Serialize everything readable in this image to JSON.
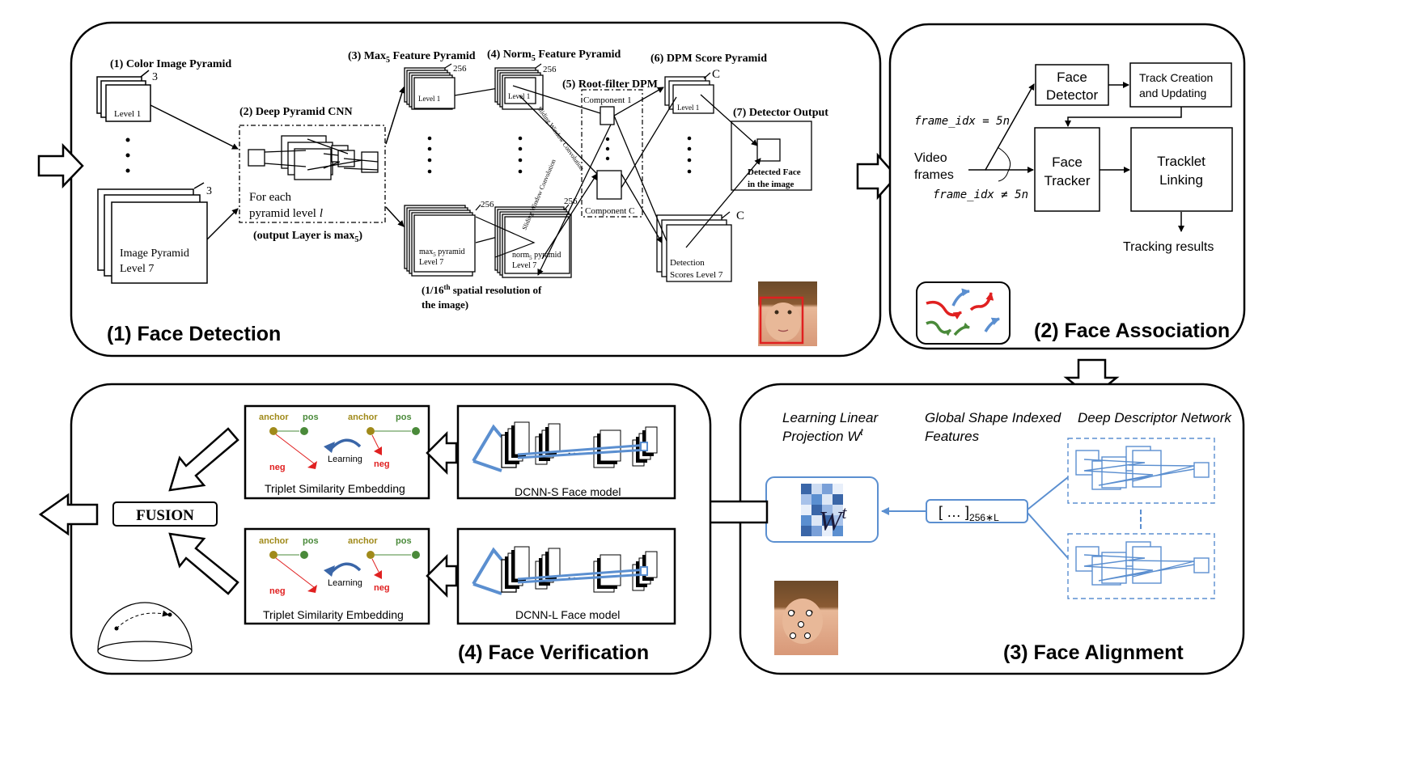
{
  "colors": {
    "stroke": "#000000",
    "blue": "#5b8fd0",
    "blue_dark": "#3a66a8",
    "red": "#e02020",
    "olive": "#a08a1a",
    "green": "#4a8a3a",
    "face_box": "#e02020"
  },
  "detection": {
    "section_title": "(1) Face Detection",
    "step1": "(1) Color Image Pyramid",
    "step1_depth": "3",
    "step1_level1": "Level 1",
    "step1_level7_a": "Image Pyramid",
    "step1_level7_b": "Level 7",
    "step2": "(2) Deep Pyramid CNN",
    "step2_for_each": "For each",
    "step2_pyramid_level": "pyramid level",
    "step2_l": "l",
    "step2_output": "(output Layer is max",
    "step2_output_sub": "5",
    "step2_output_end": ")",
    "step3": "(3) Max",
    "step3_sub": "5",
    "step3_end": " Feature Pyramid",
    "step3_depth": "256",
    "step3_level1": "Level 1",
    "step3_level7_a": "max",
    "step3_level7_sub": "5",
    "step3_level7_b": " pyramid",
    "step3_level7_c": "Level 7",
    "step4": "(4) Norm",
    "step4_sub": "5",
    "step4_end": " Feature Pyramid",
    "step4_depth": "256",
    "step4_level1": "Level 1",
    "step4_level7_a": "norm",
    "step4_level7_sub": "5",
    "step4_level7_b": " pyramid",
    "step4_level7_c": "Level 7",
    "spatial_a": "(1/16",
    "spatial_sup": "th",
    "spatial_b": " spatial resolution of",
    "spatial_c": "the image)",
    "step5": "(5) Root-filter DPM",
    "component1": "Component 1",
    "componentC": "Component C",
    "sliding1": "Sliding Window Convolution",
    "sliding2": "Sliding Window Convolution",
    "step6": "(6) DPM Score Pyramid",
    "step6_depth": "C",
    "step6_level1": "Level 1",
    "step6_level7_a": "Detection",
    "step6_level7_b": "Scores Level 7",
    "step7": "(7) Detector Output",
    "step7_face_a": "Detected Face",
    "step7_face_b": "in the image"
  },
  "association": {
    "section_title": "(2) Face Association",
    "face_detector_a": "Face",
    "face_detector_b": "Detector",
    "track_creation_a": "Track Creation",
    "track_creation_b": "and Updating",
    "face_tracker_a": "Face",
    "face_tracker_b": "Tracker",
    "tracklet_a": "Tracklet",
    "tracklet_b": "Linking",
    "video_a": "Video",
    "video_b": "frames",
    "frame_eq": "frame_idx = 5n",
    "frame_neq": "frame_idx ≠ 5n",
    "tracking_results": "Tracking results"
  },
  "alignment": {
    "section_title": "(3) Face Alignment",
    "learning_a": "Learning Linear",
    "learning_b": "Projection W",
    "learning_sup": "t",
    "global_a": "Global Shape Indexed",
    "global_b": "Features",
    "deep_desc": "Deep Descriptor Network",
    "w_label": "W",
    "w_sup": "t",
    "vector": "[ … ]",
    "vector_sub": "256∗L"
  },
  "verification": {
    "section_title": "(4) Face Verification",
    "fusion": "FUSION",
    "anchor": "anchor",
    "pos": "pos",
    "neg": "neg",
    "learning": "Learning",
    "triplet_top": "Triplet Similarity Embedding",
    "triplet_bottom": "Triplet Similarity Embedding",
    "dcnn_s": "DCNN-S Face model",
    "dcnn_l": "DCNN-L Face model",
    "dots": "…"
  }
}
